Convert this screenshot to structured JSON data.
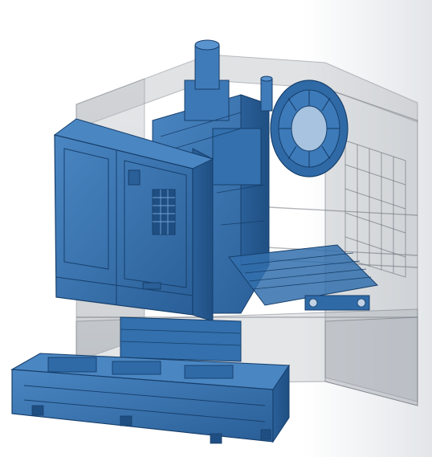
{
  "image": {
    "kind": "3d-render",
    "palette": {
      "background": "#ffffff",
      "edge_shade": "#e3e6e9",
      "machine_blue": "#2e6aa8",
      "machine_blue_dark": "#1f4f82",
      "machine_blue_light": "#4a86c2",
      "enclosure_gray": "#9ea4ab",
      "enclosure_gray_dark": "#6f757c"
    },
    "components": [
      "enclosure",
      "column",
      "spindle-motor",
      "tool-magazine",
      "electrical-cabinet",
      "work-table",
      "machine-base"
    ]
  }
}
